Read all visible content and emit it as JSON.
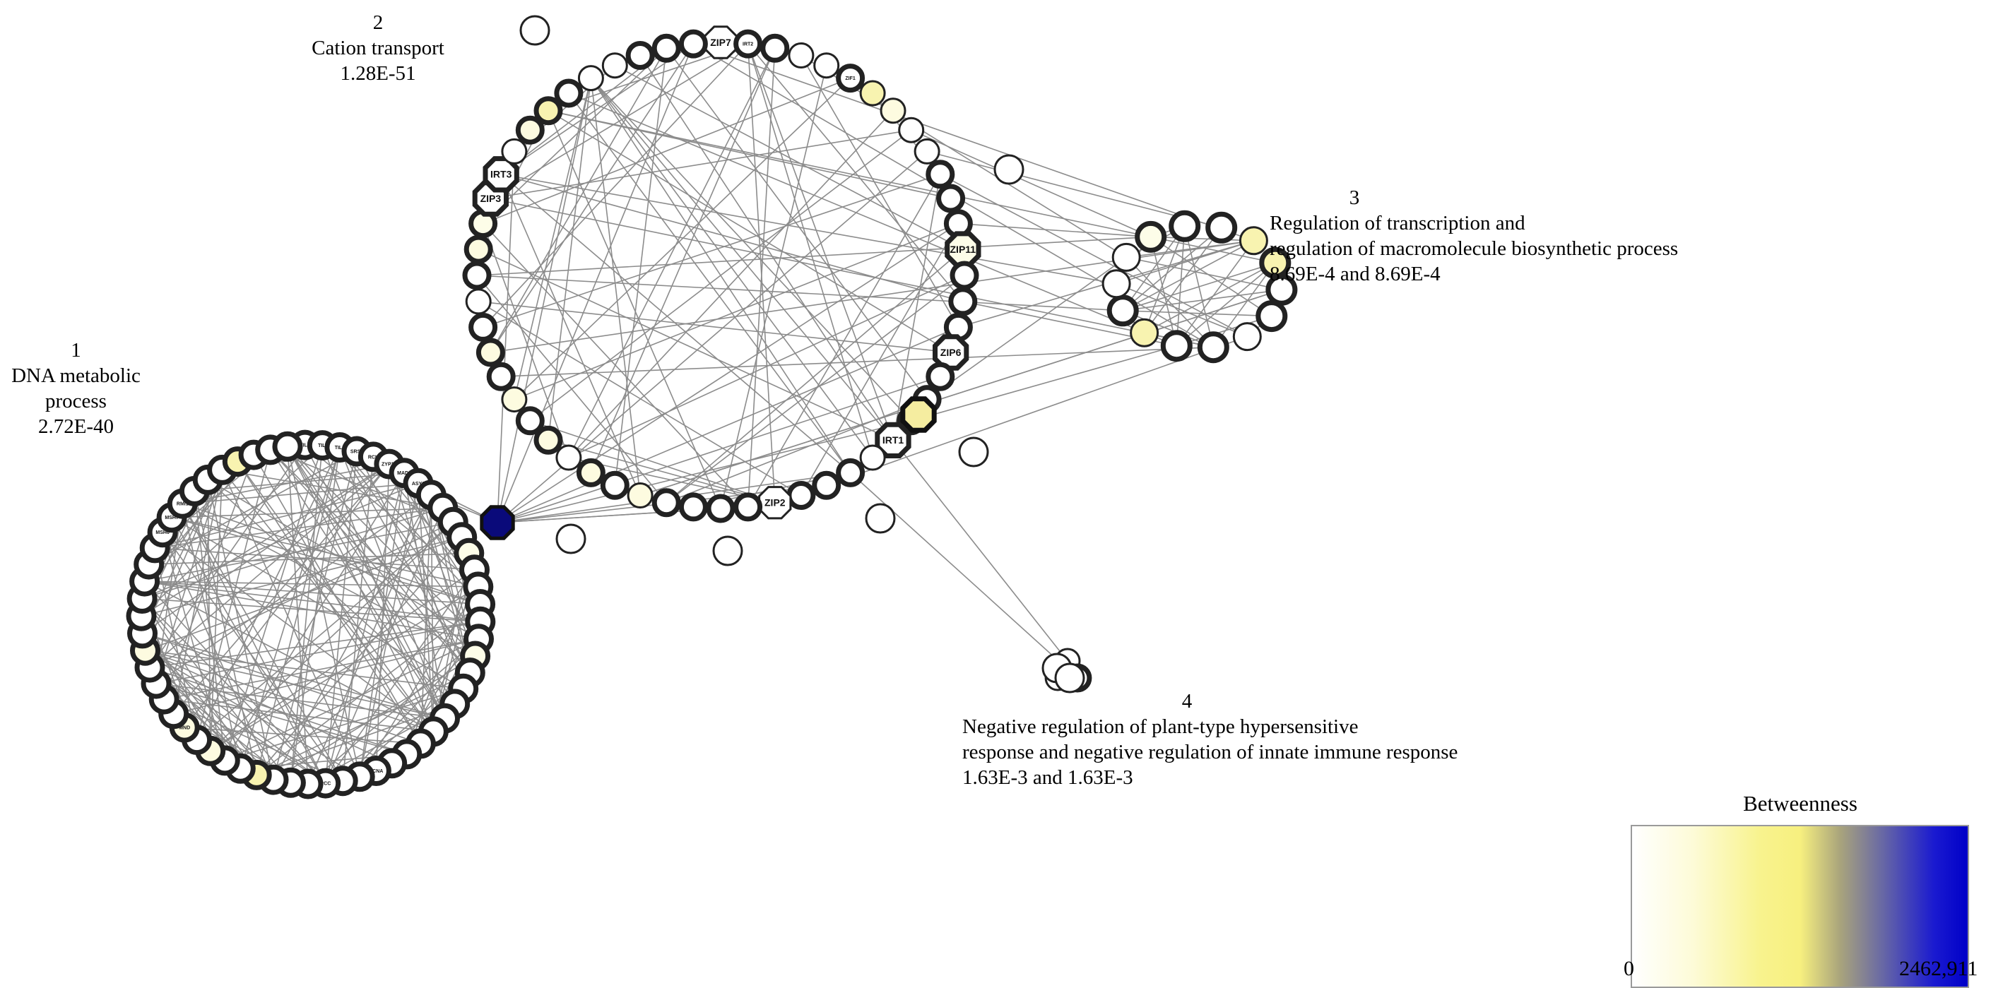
{
  "network": {
    "clusters": [
      {
        "id": 1,
        "label_lines": [
          "1",
          "DNA metabolic",
          "process",
          "2.72E-40"
        ],
        "nodes": [
          "TIL1",
          "TILI",
          "TIL2",
          "SRS2",
          "RCK",
          "ZYP1b",
          "MAD2",
          "ASY1",
          "",
          "",
          "",
          "",
          "",
          "",
          "",
          "",
          "",
          "",
          "",
          "",
          "",
          "",
          "",
          "",
          "",
          "",
          "",
          "PCNA",
          "",
          "",
          "RCC",
          "",
          "",
          "",
          "",
          "",
          "",
          "",
          "",
          "MND",
          "",
          "",
          "",
          "",
          "",
          "",
          "",
          "",
          "",
          "",
          "",
          "MSH6",
          "MSH7",
          "RMI1",
          "",
          "",
          "",
          "",
          "",
          "",
          ""
        ]
      },
      {
        "id": 2,
        "label_lines": [
          "2",
          "Cation transport",
          "1.28E-51"
        ],
        "nodes": [
          "ZIP7",
          "IRT2",
          "",
          "",
          "",
          "ZIF1",
          "",
          "",
          "",
          "",
          "",
          "",
          "",
          "ZIP11",
          "",
          "",
          "",
          "ZIP6",
          "",
          "",
          "",
          "IRT1",
          "",
          "",
          "",
          "",
          "ZIP2",
          "",
          "",
          "",
          "",
          "",
          "",
          "",
          "",
          "",
          "",
          "",
          "",
          "",
          "",
          "",
          "",
          "",
          "",
          "ZIP3",
          "IRT3",
          "",
          "",
          "",
          "",
          "",
          "",
          "",
          "",
          ""
        ]
      },
      {
        "id": 3,
        "label_lines": [
          "3",
          "Regulation of transcription and",
          "regulation of macromolecule biosynthetic process",
          "8.69E-4 and 8.69E-4"
        ],
        "nodes": [
          "",
          "",
          "",
          "",
          "",
          "",
          "",
          "",
          "",
          "",
          "",
          "",
          "",
          ""
        ]
      },
      {
        "id": 4,
        "label_lines": [
          "4",
          "Negative regulation of plant-type hypersensitive",
          "response and negative regulation of innate immune response",
          "1.63E-3 and 1.63E-3"
        ],
        "nodes": [
          "",
          "",
          ""
        ]
      }
    ]
  },
  "legend": {
    "title": "Betweenness",
    "min_label": "0",
    "max_label": "2462,911",
    "colors": [
      "#ffffff",
      "#f7f07f",
      "#0000c8"
    ]
  }
}
